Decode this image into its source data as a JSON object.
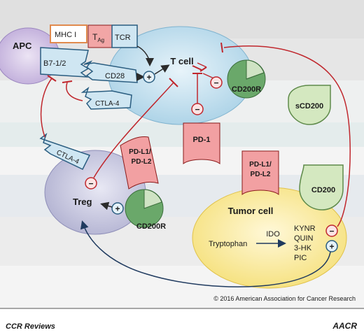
{
  "cells": {
    "apc": "APC",
    "tcell": "T cell",
    "treg": "Treg",
    "tumor": "Tumor cell"
  },
  "receptors": {
    "mhc1": "MHC I",
    "tag_main": "T",
    "tag_sub": "Ag",
    "tcr": "TCR",
    "b7": "B7-1/2",
    "cd28": "CD28",
    "ctla4_tcell": "CTLA-4",
    "ctla4_treg": "CTLA-4",
    "cd200r_tcell": "CD200R",
    "cd200r_treg": "CD200R",
    "scd200": "sCD200",
    "pd1": "PD-1",
    "pdl_treg": [
      "PD-L1/",
      "PD-L2"
    ],
    "pdl_tumor": [
      "PD-L1/",
      "PD-L2"
    ],
    "cd200": "CD200"
  },
  "metabolism": {
    "tryptophan": "Tryptophan",
    "ido": "IDO",
    "products": [
      "KYNR",
      "QUIN",
      "3-HK",
      "PIC"
    ]
  },
  "signs": {
    "plus": "+",
    "minus": "−"
  },
  "footer": {
    "copyright": "© 2016 American Association for Cancer Research",
    "journal": "CCR Reviews",
    "logo": "AACR"
  },
  "colors": {
    "tcell_fill": "#cfe6f2",
    "apc_fill": "#d9cde8",
    "treg_fill": "#d4d4e6",
    "tumor_fill": "#fbeeaa",
    "pd_red": "#f2a0a2",
    "cd200r_green": "#6aa86a",
    "cd200_green": "#d4e8c0",
    "inhibit_red": "#c0272d",
    "activate_navy": "#1f3a5f"
  }
}
